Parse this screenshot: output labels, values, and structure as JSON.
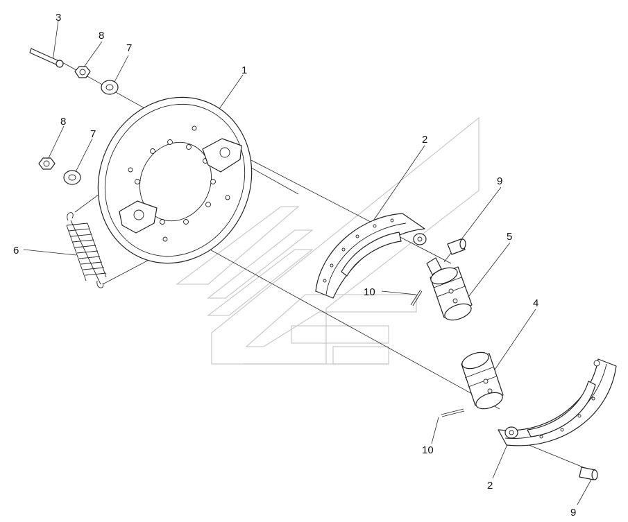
{
  "callouts": {
    "c3": "3",
    "c8_top": "8",
    "c7_top": "7",
    "c1": "1",
    "c8_mid": "8",
    "c7_mid": "7",
    "c6": "6",
    "c2_top": "2",
    "c9_top": "9",
    "c5": "5",
    "c10_top": "10",
    "c4": "4",
    "c10_bottom": "10",
    "c2_bottom": "2",
    "c9_bottom": "9"
  }
}
